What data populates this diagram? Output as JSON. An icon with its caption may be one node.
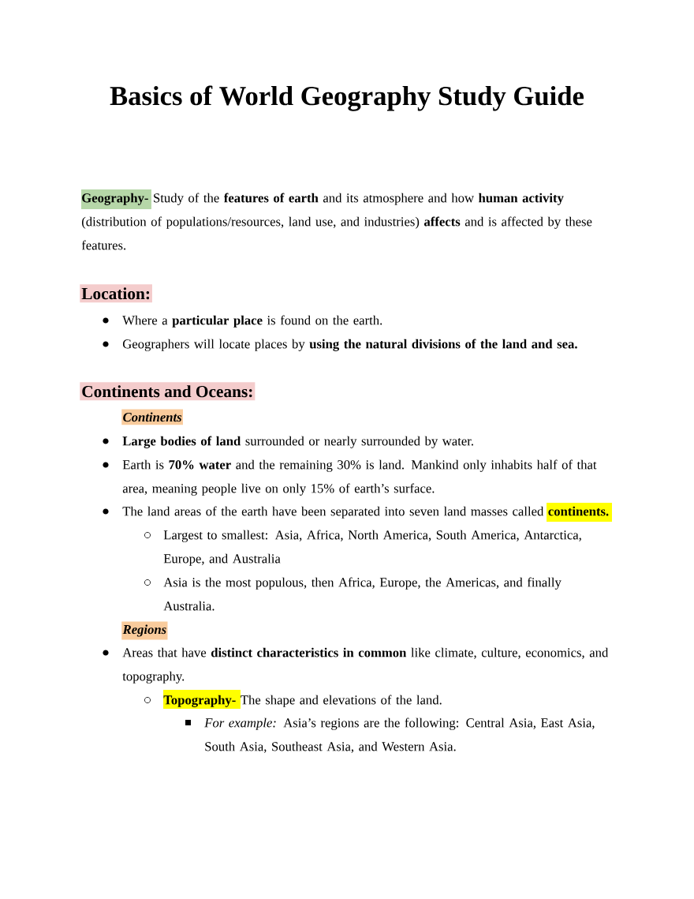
{
  "diagram": {
    "title": "Basics of World Geography Study Guide",
    "labels": [
      "**Geography-** Study of the **features of earth** and its atmosphere and how **human activity** (distribution of populations/resources, land use, and industries) **affects** and is affected by these features.",
      "Location:",
      "Where a **particular place** is found on the earth.",
      "Geographers will locate places by **using the natural divisions of the land and sea.**",
      "Continents and Oceans:",
      "Continents",
      "**Large bodies of land** surrounded or nearly surrounded by water.",
      "Earth is **70% water** and the remaining 30% is land. Mankind only inhabits half of that area, meaning people live on only 15% of earth’s surface.",
      "The land areas of the earth have been separated into seven land masses called **continents.**",
      "Largest to smallest: Asia, Africa, North America, South America, Antarctica, Europe, and Australia",
      "Asia is the most populous, then Africa, Europe, the Americas, and finally Australia.",
      "Regions",
      "Areas that have **distinct characteristics in common** like climate, culture, economics, and topography.",
      "**Topography-** The shape and elevations of the land.",
      "*For example:* Asia’s regions are the following: Central Asia, East Asia, South Asia, Southeast Asia, and Western Asia."
    ]
  }
}
